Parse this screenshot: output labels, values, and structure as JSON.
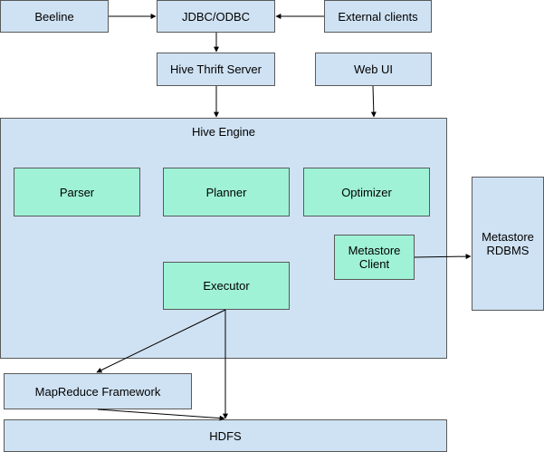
{
  "nodes": {
    "beeline": "Beeline",
    "jdbc_odbc": "JDBC/ODBC",
    "external_clients": "External clients",
    "hive_thrift_server": "Hive Thrift Server",
    "web_ui": "Web UI",
    "hive_engine": "Hive Engine",
    "parser": "Parser",
    "planner": "Planner",
    "optimizer": "Optimizer",
    "metastore_client": "Metastore\nClient",
    "executor": "Executor",
    "metastore_rdbms": "Metastore\nRDBMS",
    "mapreduce_framework": "MapReduce Framework",
    "hdfs": "HDFS"
  },
  "colors": {
    "box_fill": "#cfe2f3",
    "component_fill": "#9ff2d6",
    "border": "#595959"
  }
}
